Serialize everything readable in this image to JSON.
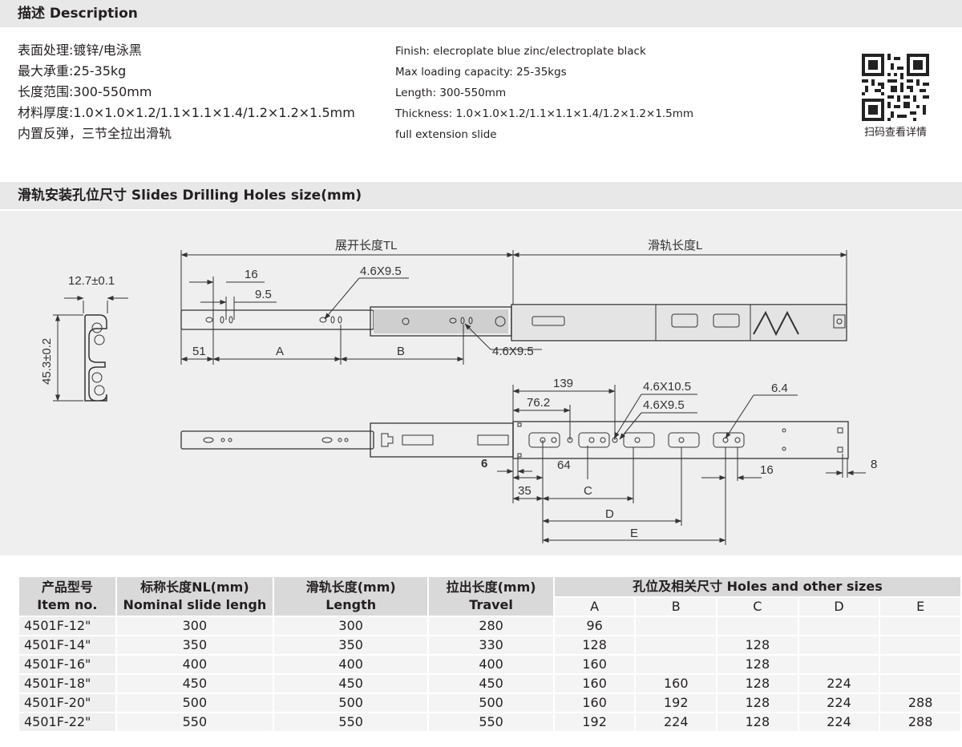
{
  "desc_bar": "描述  Description",
  "desc_cn": [
    "表面处理:镀锌/电泳黑",
    "最大承重:25-35kg",
    "长度范围:300-550mm",
    "材料厚度:1.0×1.0×1.2/1.1×1.1×1.4/1.2×1.2×1.5mm",
    "内置反弹，三节全拉出滑轨"
  ],
  "desc_en": [
    "Finish: elecroplate blue zinc/electroplate black",
    "Max loading capacity: 25-35kgs",
    "Length: 300-550mm",
    "Thickness: 1.0×1.0×1.2/1.1×1.1×1.4/1.2×1.2×1.5mm",
    "full extension slide"
  ],
  "qr_caption": "扫码查看详情",
  "drill_bar": "滑轨安装孔位尺寸   Slides Drilling Holes size(mm)",
  "drawing": {
    "profile_width": "12.7±0.1",
    "profile_height": "45.3±0.2",
    "tl": "展开长度TL",
    "l": "滑轨长度L",
    "d16a": "16",
    "d95": "9.5",
    "h1": "4.6X9.5",
    "d51": "51",
    "dA": "A",
    "dB": "B",
    "h2": "4.6X9.5",
    "d139": "139",
    "d762": "76.2",
    "h3": "4.6X10.5",
    "h4": "4.6X9.5",
    "d64b": "6.4",
    "d6": "6",
    "d64": "64",
    "d35": "35",
    "dC": "C",
    "dD": "D",
    "dE": "E",
    "d16b": "16",
    "d8": "8"
  },
  "table": {
    "h_item_cn": "产品型号",
    "h_item_en": "Item no.",
    "h_nl_cn": "标称长度NL(mm)",
    "h_nl_en": "Nominal slide lengh",
    "h_len_cn": "滑轨长度(mm)",
    "h_len_en": "Length",
    "h_tr_cn": "拉出长度(mm)",
    "h_tr_en": "Travel",
    "h_holes": "孔位及相关尺寸  Holes and other sizes",
    "sub": [
      "A",
      "B",
      "C",
      "D",
      "E"
    ],
    "rows": [
      [
        "4501F-12\"",
        "300",
        "300",
        "280",
        "96",
        "",
        "",
        "",
        ""
      ],
      [
        "4501F-14\"",
        "350",
        "350",
        "330",
        "128",
        "",
        "128",
        "",
        ""
      ],
      [
        "4501F-16\"",
        "400",
        "400",
        "400",
        "160",
        "",
        "128",
        "",
        ""
      ],
      [
        "4501F-18\"",
        "450",
        "450",
        "450",
        "160",
        "160",
        "128",
        "224",
        ""
      ],
      [
        "4501F-20\"",
        "500",
        "500",
        "500",
        "160",
        "192",
        "128",
        "224",
        "288"
      ],
      [
        "4501F-22\"",
        "550",
        "550",
        "550",
        "192",
        "224",
        "128",
        "224",
        "288"
      ]
    ]
  }
}
